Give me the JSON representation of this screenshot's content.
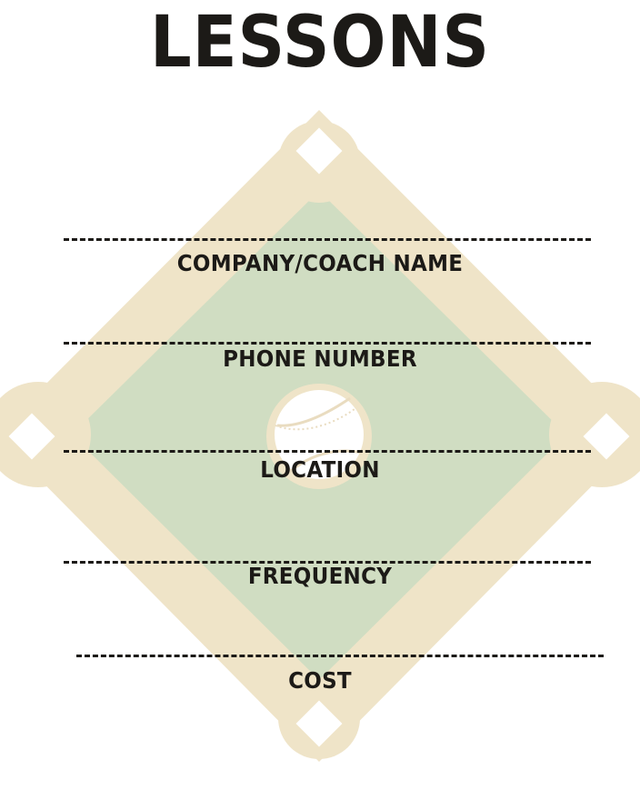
{
  "title": "LESSONS",
  "fields": [
    {
      "label": "COMPANY/COACH NAME"
    },
    {
      "label": "PHONE NUMBER"
    },
    {
      "label": "LOCATION"
    },
    {
      "label": "FREQUENCY"
    },
    {
      "label": "COST"
    }
  ],
  "colors": {
    "dirt": "#efe4c8",
    "grass": "#d0ddc2",
    "base": "#ffffff",
    "ink": "#1c1a17"
  }
}
